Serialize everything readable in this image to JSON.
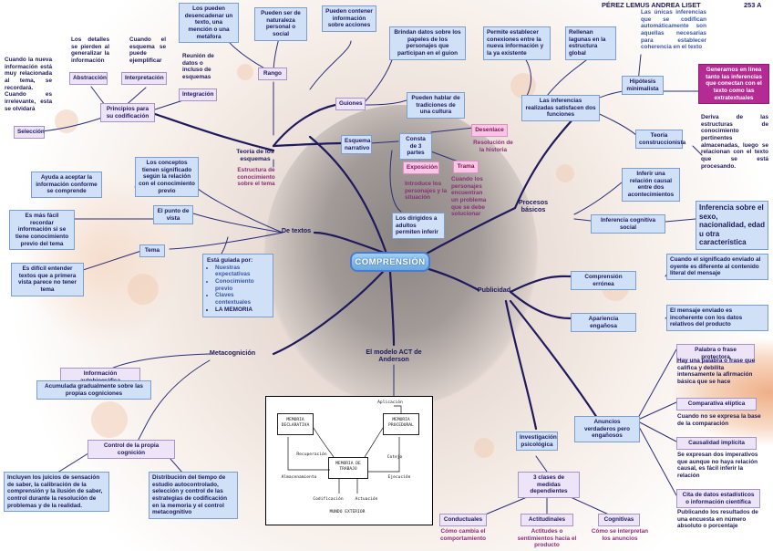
{
  "header": {
    "author": "PÉREZ LEMUS ANDREA LISET",
    "code": "253 A"
  },
  "center": "COMPRENSIÓN",
  "rango": {
    "label": "Rango",
    "t1": "Los pueden desencadenar un texto, una mención o una metáfora",
    "t2": "Pueden ser de naturaleza personal o social",
    "t3": "Pueden contener información sobre acciones"
  },
  "guiones": {
    "label": "Guiones",
    "t1": "Brindan datos sobre los papeles de los personajes que participan en el guion",
    "t2": "Pueden hablar de tradiciones de una cultura"
  },
  "principios": {
    "label": "Principios para su codificación",
    "abstraccion": "Abstracción",
    "abstraccion_desc": "Los detalles se pierden al generalizar la información",
    "interpretacion": "Interpretación",
    "interpretacion_desc": "Cuando el esquema se puede ejemplificar",
    "integracion": "Integración",
    "integracion_desc": "Reunión de datos o incluso de esquemas",
    "seleccion": "Selección",
    "seleccion_desc": "Cuando la nueva información está muy relacionada al tema, se recordará. Cuando es irrelevante, esta se olvidará"
  },
  "teoria_esquemas": {
    "label": "Teoría de los esquemas",
    "estructura": "Estructura de conocimiento sobre el tema"
  },
  "esquema_narrativo": {
    "label": "Esquema narrativo",
    "constade": "Consta de 3 partes",
    "desenlace": "Desenlace",
    "desenlace_desc": "Resolución de la historia",
    "exposicion": "Exposición",
    "exposicion_desc": "Introduce los personajes y la situación",
    "trama": "Trama",
    "trama_desc": "Cuando los personajes encuentran un problema que se debe solucionar",
    "dirigidos": "Los dirigidos a adultos permiten inferir"
  },
  "detextos": {
    "label": "De textos",
    "conceptos": "Los conceptos tienen significado según la relación con el conocimiento previo",
    "punto": "El punto de vista",
    "punto_t1": "Ayuda a aceptar la información conforme se comprende",
    "punto_t2": "Es más fácil recordar información si se tiene conocimiento previo del tema",
    "tema": "Tema",
    "tema_t1": "Es difícil entender textos que a primera vista parece no tener tema",
    "guiada": "Está guiada por:",
    "guiada_items": [
      "Nuestras expectativas",
      "Conocimiento previo",
      "Claves contextuales",
      "LA MEMORIA"
    ]
  },
  "metacognicion": {
    "label": "Metacognición",
    "autobiografica": "Información autobiográfica",
    "autobiografica_desc": "Acumulada gradualmente sobre las propias cogniciones",
    "control": "Control de la propia cognición",
    "control_t1": "Incluyen los juicios de sensación de saber, la calibración de la comprensión y la ilusión de saber, control durante la resolución de problemas y de la realidad.",
    "control_t2": "Distribución del tiempo de estudio autocontrolado, selección y control de las estrategias de codificación en la memoria y el control metacognitivo"
  },
  "act": {
    "label": "El modelo ACT de Anderson",
    "decl": "MEMORIA DECLARATIVA",
    "proc": "MEMORIA PROCEDURAL",
    "trabajo": "MEMORIA DE TRABAJO",
    "aplicacion": "Aplicación",
    "recuperacion": "Recuperación",
    "almacen": "Almacenamiento",
    "ejecucion": "Ejecución",
    "cotejo": "Cotejo",
    "codificacion": "Codificación",
    "actuacion": "Actuación",
    "mundo": "MUNDO EXTERIOR"
  },
  "procesos": {
    "label": "Procesos básicos",
    "realizadas": "Las inferencias realizadas satisfacen dos funciones",
    "permiten": "Permite establecer conexiones entre la nueva información y la ya existente",
    "rellenan": "Rellenan lagunas en la estructura global",
    "minimalista": "Hipótesis minimalista",
    "minimalista_desc": "Las únicas inferencias que se codifican automáticamente son aquellas necesarias para establecer coherencia en el texto",
    "extratextuales": "Generamos en línea tanto las inferencias que conectan con el texto como las extratextuales",
    "construccionista": "Teoría construccionista",
    "construccionista_desc": "Deriva de las estructuras de conocimiento pertinentes almacenadas, luego se relacionan con el texto que se está procesando.",
    "causal": "Inferir una relación causal entre dos acontecimientos",
    "social": "Inferencia cognitiva social",
    "social_desc": "Inferencia sobre el sexo, nacionalidad, edad u otra característica"
  },
  "publicidad": {
    "label": "Publicidad",
    "erronea": "Comprensión errónea",
    "erronea_desc": "Cuando el significado enviado al oyente es diferente al contenido literal del mensaje",
    "enganosa": "Apariencia engañosa",
    "enganosa_desc": "El mensaje enviado es incoherente con los datos relativos del producto",
    "anuncios": "Anuncios verdaderos pero engañosos",
    "palabra": "Palabra o frase protectora",
    "palabra_desc": "Hay una palabra o frase que califica y debilita intensamente la afirmación básica que se hace",
    "eliptica": "Comparativa elíptica",
    "eliptica_desc": "Cuando no se expresa la base de la comparación",
    "causalidad": "Causalidad implícita",
    "causalidad_desc": "Se expresan dos imperativos que aunque no haya relación causal, es fácil inferir la relación",
    "cita": "Cita de datos estadísticos o información científica",
    "cita_desc": "Publicando los resultados de una encuesta en número absoluto o porcentaje",
    "investigacion": "Investigación psicológica",
    "clases": "3 clases de medidas dependientes",
    "conductuales": "Conductuales",
    "conductuales_desc": "Cómo cambia el comportamiento",
    "actitudinales": "Actitudinales",
    "actitudinales_desc": "Actitudes o sentimientos hacia el producto",
    "cognitivas": "Cognitivas",
    "cognitivas_desc": "Cómo se interpretan los anuncios"
  }
}
